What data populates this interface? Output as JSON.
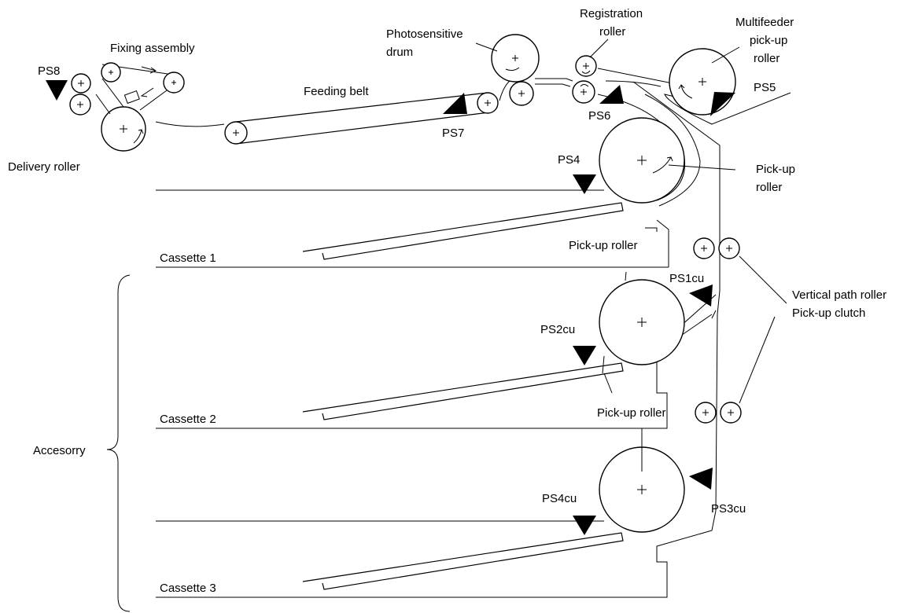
{
  "labels": {
    "fixing_assembly": "Fixing assembly",
    "ps8": "PS8",
    "delivery_roller": "Delivery roller",
    "feeding_belt": "Feeding belt",
    "ps7": "PS7",
    "photosensitive_drum_1": "Photosensitive",
    "photosensitive_drum_2": "drum",
    "registration_roller_1": "Registration",
    "registration_roller_2": "roller",
    "ps6": "PS6",
    "multifeeder_1": "Multifeeder",
    "multifeeder_2": "pick-up",
    "multifeeder_3": "roller",
    "ps5": "PS5",
    "ps4": "PS4",
    "pickup_roller_main_1": "Pick-up",
    "pickup_roller_main_2": "roller",
    "cassette_1": "Cassette 1",
    "pickup_roller_2": "Pick-up roller",
    "ps1cu": "PS1cu",
    "vertical_path_roller": "Vertical path roller",
    "pickup_clutch": "Pick-up clutch",
    "ps2cu": "PS2cu",
    "cassette_2": "Cassette 2",
    "pickup_roller_3": "Pick-up roller",
    "accessory": "Accesorry",
    "ps4cu": "PS4cu",
    "ps3cu": "PS3cu",
    "cassette_3": "Cassette 3"
  },
  "colors": {
    "line": "#000000",
    "background": "#ffffff"
  }
}
